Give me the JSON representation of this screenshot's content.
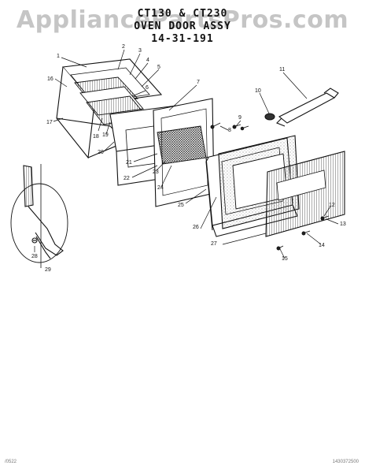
{
  "watermark": "AppliancePartsPros.com",
  "title": {
    "line1": "CT130 & CT230",
    "line2": "OVEN DOOR ASSY",
    "line3": "14-31-191"
  },
  "callouts": [
    "1",
    "2",
    "3",
    "4",
    "5",
    "6",
    "7",
    "8",
    "9",
    "10",
    "11",
    "12",
    "13",
    "14",
    "15",
    "16",
    "17",
    "18",
    "19",
    "20",
    "21",
    "22",
    "23",
    "24",
    "25",
    "26",
    "27",
    "28",
    "29"
  ],
  "footer": {
    "left": "/0522",
    "right": "1430372500"
  }
}
